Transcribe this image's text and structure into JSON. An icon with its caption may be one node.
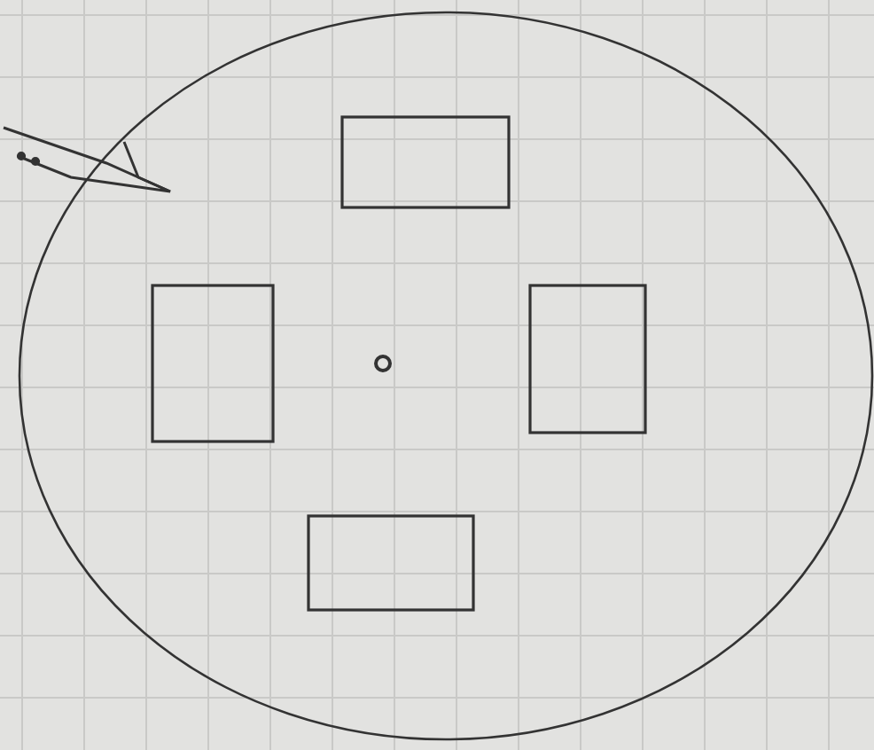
{
  "diagram": {
    "nodes": [
      {
        "text": [],
        "shape": "circle"
      },
      {
        "text": [],
        "shape": "box",
        "in": 0
      },
      {
        "text": [],
        "shape": "box",
        "in": 0
      },
      {
        "text": [],
        "shape": "box",
        "in": 0
      },
      {
        "text": [],
        "shape": "box",
        "in": 0
      },
      {
        "text": [],
        "shape": "circle",
        "in": 0
      }
    ]
  }
}
